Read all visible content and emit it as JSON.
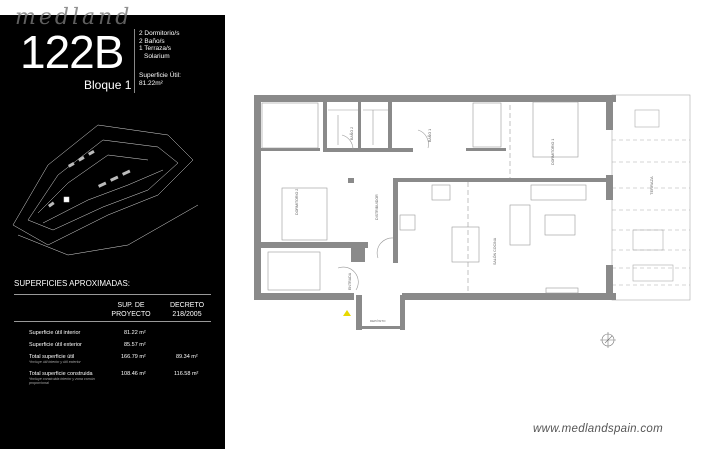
{
  "brand_watermark": "medland",
  "unit": {
    "number": "122B",
    "block": "Bloque 1",
    "features": [
      "2 Dormitorio/s",
      "2 Baño/s",
      "1 Terraza/s",
      "Solarium"
    ],
    "surface_label": "Superficie Útil:",
    "surface_value": "81.22m²"
  },
  "table": {
    "title": "SUPERFICIES APROXIMADAS:",
    "col1": "SUP. DE PROYECTO",
    "col2": "DECRETO 218/2005",
    "rows": [
      {
        "label": "Superficie útil interior",
        "note": "",
        "proyecto": "81.22 m²",
        "decreto": ""
      },
      {
        "label": "Superficie útil exterior",
        "note": "",
        "proyecto": "85.57 m²",
        "decreto": ""
      },
      {
        "label": "Total superficie útil",
        "note": "*Incluye útil interior y útil exterior",
        "proyecto": "166.79 m²",
        "decreto": "89.34 m²"
      },
      {
        "label": "Total superficie construida",
        "note": "*Incluye construida interior y zona común proporcional",
        "proyecto": "108.46 m²",
        "decreto": "116.58 m²"
      }
    ]
  },
  "rooms": {
    "bano2": "BAÑO 2",
    "bano1": "BAÑO 1",
    "dorm1": "DORMITORIO 1",
    "dorm2": "DORMITORIO 2",
    "dist": "DISTRIBUIDOR",
    "salon": "SALÓN COCINA",
    "terraza": "TERRAZA",
    "entrada": "ENTRADA",
    "deposito": "DEPÓSITO"
  },
  "website": "www.medlandspain.com",
  "colors": {
    "panel": "#000000",
    "wall": "#8a8a8a",
    "marker": "#e8d800"
  }
}
